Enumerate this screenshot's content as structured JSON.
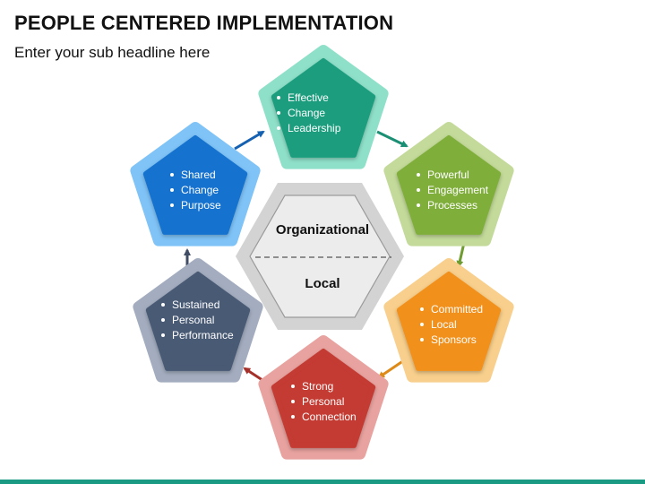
{
  "title": "PEOPLE CENTERED IMPLEMENTATION",
  "subtitle": "Enter your sub headline here",
  "center": {
    "top_label": "Organizational",
    "bottom_label": "Local"
  },
  "nodes": [
    {
      "id": "effective-change-leadership",
      "lines": [
        "Effective",
        "Change",
        "Leadership"
      ],
      "fill": "#1e9e7e",
      "border": "#8fe0c9"
    },
    {
      "id": "powerful-engagement-processes",
      "lines": [
        "Powerful",
        "Engagement",
        "Processes"
      ],
      "fill": "#7fae3a",
      "border": "#c3da9a"
    },
    {
      "id": "committed-local-sponsors",
      "lines": [
        "Committed",
        "Local",
        "Sponsors"
      ],
      "fill": "#f2901c",
      "border": "#f8cf8c"
    },
    {
      "id": "strong-personal-connection",
      "lines": [
        "Strong",
        "Personal",
        "Connection"
      ],
      "fill": "#c33a33",
      "border": "#e8a3a0"
    },
    {
      "id": "sustained-personal-performance",
      "lines": [
        "Sustained",
        "Personal",
        "Performance"
      ],
      "fill": "#4a5a74",
      "border": "#a3adbf"
    },
    {
      "id": "shared-change-purpose",
      "lines": [
        "Shared",
        "Change",
        "Purpose"
      ],
      "fill": "#1372cf",
      "border": "#7fc3f7"
    }
  ],
  "arrow_colors": [
    "#1a8f74",
    "#6f9c30",
    "#de8a18",
    "#a53029",
    "#3f4c63",
    "#1560b0"
  ],
  "footer_color": "#1a9a82"
}
